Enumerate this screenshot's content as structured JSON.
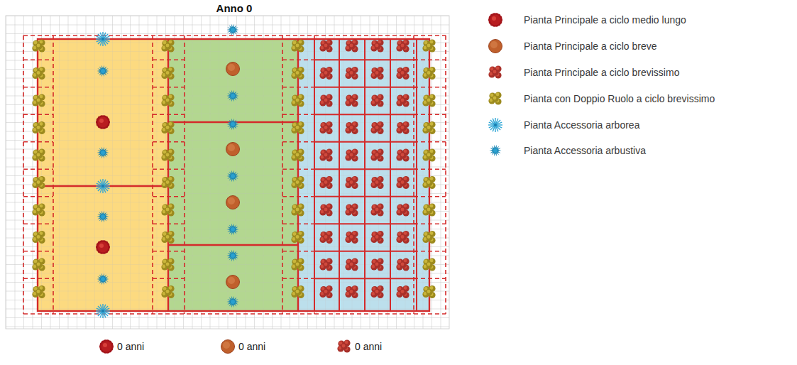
{
  "diagram": {
    "title": "Anno 0",
    "labels": [
      "0 anni",
      "0 anni",
      "0 anni"
    ],
    "legend": [
      {
        "text": "Pianta Principale a ciclo medio lungo"
      },
      {
        "text": "Pianta Principale a ciclo breve"
      },
      {
        "text": "Pianta Principale a ciclo brevissimo"
      },
      {
        "text": "Pianta con Doppio Ruolo a ciclo brevissimo"
      },
      {
        "text": "Pianta Accessoria arborea"
      },
      {
        "text": "Pianta Accessoria arbustiva"
      }
    ]
  }
}
